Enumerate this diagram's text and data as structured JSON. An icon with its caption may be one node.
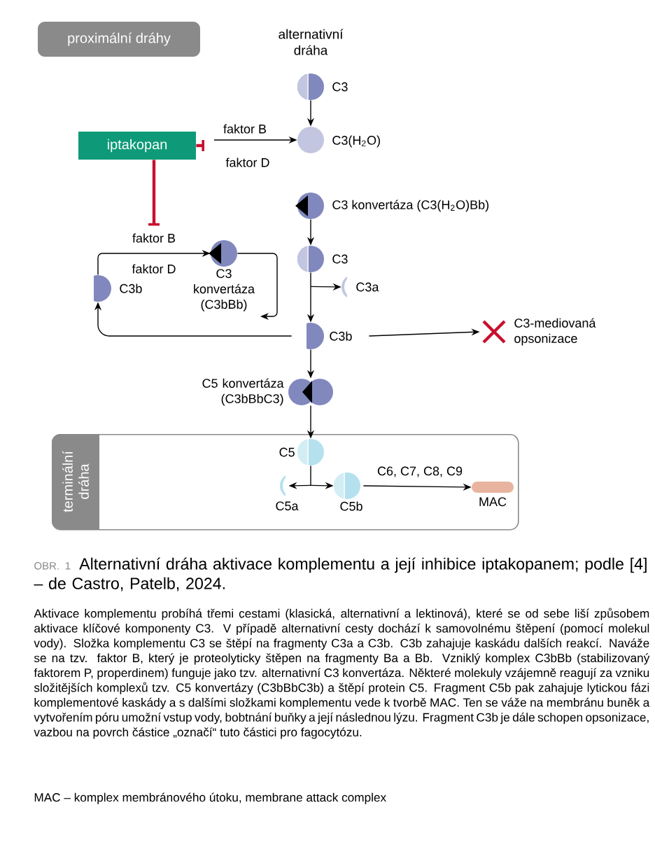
{
  "diagram": {
    "caption": "Alternativní dráha aktivace komplementu a její inhibice iptakopanem; podle [4] – de Castro, Patelb, 2024.",
    "nodes": [
      {
        "text": [
          "proximální dráhy"
        ]
      },
      {
        "text": [],
        "shape": "circle",
        "beside": [
          "C3"
        ]
      },
      {
        "text": [],
        "shape": "circle",
        "beside": [
          "C3(H$_{2}$O)"
        ]
      },
      {
        "text": [
          "iptakopan"
        ]
      },
      {
        "text": [],
        "shape": "circle",
        "beside": [
          "C3 konvertáza (C3(H$_{2}$O)Bb)"
        ]
      },
      {
        "text": [],
        "shape": "circle",
        "beside": [
          "C3"
        ]
      },
      {
        "text": [],
        "shape": "circle",
        "beside": [
          "C3a"
        ]
      },
      {
        "text": [],
        "shape": "circle",
        "beside": [
          "C3b"
        ]
      },
      {
        "text": [],
        "shape": "cross",
        "beside": [
          "C3-mediovaná opsonizace"
        ]
      },
      {
        "text": [],
        "shape": "circle",
        "beside": [
          "C3b"
        ]
      },
      {
        "text": [],
        "shape": "circle",
        "beside": [
          "C3 konvertáza (C3bBb)"
        ]
      },
      {
        "text": [],
        "shape": "circle",
        "beside": [
          "C5 konvertáza (C3bBbC3)"
        ]
      },
      {
        "text": [
          "terminální dráha"
        ]
      },
      {
        "text": [],
        "shape": "circle",
        "beside": [
          "C5"
        ],
        "in": 12
      },
      {
        "text": [],
        "shape": "circle",
        "beside": [
          "C5a"
        ],
        "in": 12
      },
      {
        "text": [],
        "shape": "circle",
        "beside": [
          "C5b"
        ],
        "in": 12
      },
      {
        "text": [],
        "shape": "bar",
        "beside": [
          "MAC"
        ],
        "in": 12
      }
    ],
    "edges": [
      {
        "from": 1,
        "to": 2,
        "arrow": "to"
      },
      {
        "from": null,
        "to": 2,
        "arrow": "to",
        "label": "faktor B"
      },
      {
        "from": 3,
        "to": null,
        "arrow": "other",
        "style": "thick",
        "color": "#c8102e"
      },
      {
        "from": 3,
        "to": null,
        "arrow": "other",
        "style": "thick",
        "color": "#c8102e"
      },
      {
        "from": 4,
        "to": 5,
        "arrow": "to"
      },
      {
        "from": 5,
        "to": 7,
        "arrow": "to"
      },
      {
        "from": 5,
        "to": 6,
        "arrow": "to"
      },
      {
        "from": 7,
        "to": 8,
        "arrow": "to"
      },
      {
        "from": 7,
        "to": 9,
        "arrow": "to"
      },
      {
        "from": 9,
        "to": 10,
        "arrow": "to",
        "label": "faktor B"
      },
      {
        "from": 10,
        "to": 10,
        "arrow": "to"
      },
      {
        "from": 7,
        "to": 11,
        "arrow": "to"
      },
      {
        "from": 11,
        "to": 13,
        "arrow": "to"
      },
      {
        "from": 13,
        "to": 14,
        "arrow": "to"
      },
      {
        "from": 13,
        "to": 15,
        "arrow": "to"
      },
      {
        "from": 15,
        "to": 16,
        "arrow": "to",
        "label": "C6, C7, C8, C9"
      }
    ],
    "labels": [
      "alternativní dráha",
      "faktor D",
      "faktor D",
      "OBR. 1",
      "Aktivace komplementu probíhá třemi cestami (klasická, alternativní a lektinová), které se od sebe liší způsobem aktivace klíčové komponenty C3. V případě alternativní cesty dochází k samovolnému štěpení (pomocí molekul vody). Složka komplementu C3 se štěpí na fragmenty C3a a C3b. C3b zahajuje kaskádu dalších reakcí. Naváže se na tzv. faktor B, který je proteolyticky štěpen na fragmenty Ba a Bb. Vzniklý komplex C3bBb (stabilizovaný faktorem P, properdinem) funguje jako tzv. alternativní C3 konvertáza. Některé molekuly vzájemně reagují za vzniku složitějších komplexů tzv. C5 konvertázy (C3bBbC3b) a štěpí protein C5. Fragment C5b pak zahajuje lytickou fázi komplementové kaskády a s dalšími složkami komplementu vede k tvorbě MAC. Ten se váže na membránu buněk a vytvořením póru umožní vstup vody, bobtnání buňky a její následnou lýzu. Fragment C3b je dále schopen opsonizace, vazbou na povrch částice „označí“ tuto částici pro fagocytózu.",
      "MAC – komplex membránového útoku, membrane attack complex"
    ]
  }
}
